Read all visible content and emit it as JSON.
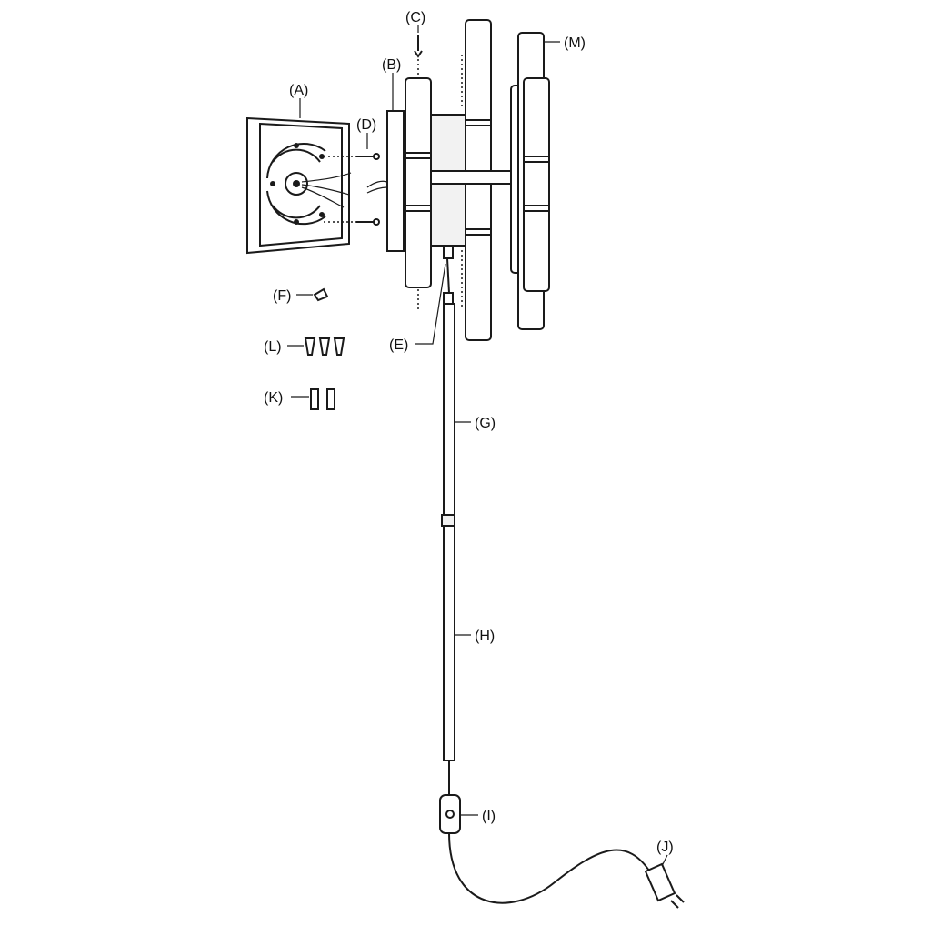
{
  "labels": {
    "A": "(A)",
    "B": "(B)",
    "C": "(C)",
    "D": "(D)",
    "E": "(E)",
    "F": "(F)",
    "G": "(G)",
    "H": "(H)",
    "I": "(I)",
    "J": "(J)",
    "K": "(K)",
    "L": "(L)",
    "M": "(M)"
  },
  "colors": {
    "line": "#1a1a1a",
    "background": "#ffffff",
    "part_fill": "#f2f2f2"
  }
}
